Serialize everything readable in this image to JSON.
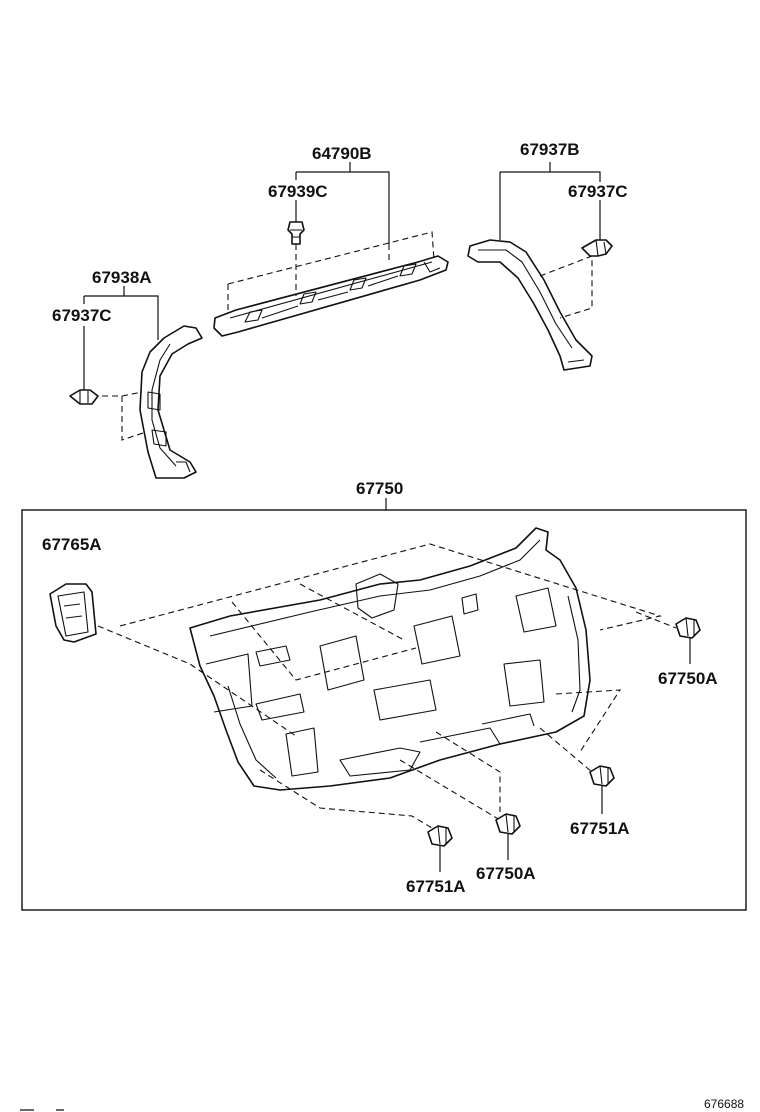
{
  "labels": {
    "p64790B": "64790B",
    "p67939C": "67939C",
    "p67937B": "67937B",
    "p67937C_right": "67937C",
    "p67938A": "67938A",
    "p67937C_left": "67937C",
    "p67750": "67750",
    "p67765A": "67765A",
    "p67750A_right": "67750A",
    "p67751A_right": "67751A",
    "p67750A_bottom": "67750A",
    "p67751A_bottom": "67751A"
  },
  "figure_ref": "676688"
}
